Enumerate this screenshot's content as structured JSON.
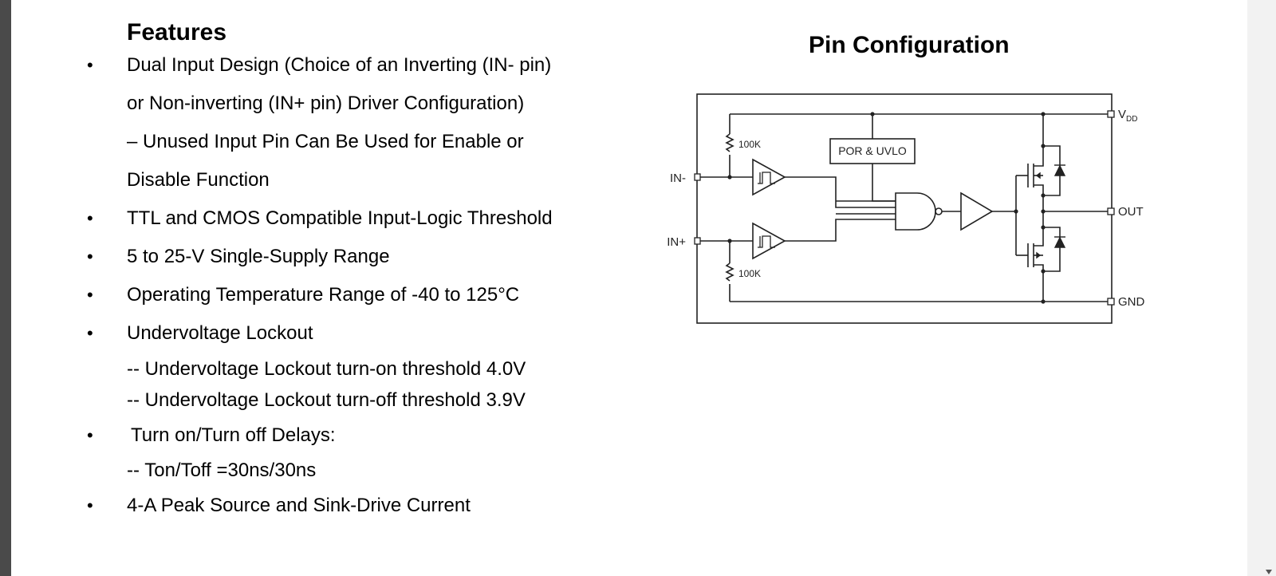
{
  "features": {
    "heading": "Features",
    "lines": [
      {
        "bullet": true,
        "text": "Dual Input Design (Choice of an Inverting (IN- pin)"
      },
      {
        "bullet": false,
        "text": "or Non-inverting (IN+ pin) Driver Configuration)"
      },
      {
        "bullet": false,
        "text": "– Unused Input Pin Can Be Used for Enable or"
      },
      {
        "bullet": false,
        "text": "Disable Function"
      },
      {
        "bullet": true,
        "text": "TTL and CMOS Compatible Input-Logic Threshold"
      },
      {
        "bullet": true,
        "text": "5 to 25-V Single-Supply Range"
      },
      {
        "bullet": true,
        "text": "Operating Temperature Range of -40 to 125°C"
      },
      {
        "bullet": true,
        "text": "Undervoltage Lockout"
      },
      {
        "bullet": false,
        "text": "-- Undervoltage Lockout turn-on threshold 4.0V"
      },
      {
        "bullet": false,
        "text": "-- Undervoltage Lockout turn-off threshold 3.9V"
      },
      {
        "bullet": true,
        "text": "Turn on/Turn off Delays:"
      },
      {
        "bullet": false,
        "text": "-- Ton/Toff =30ns/30ns"
      },
      {
        "bullet": true,
        "text": "4-A Peak Source and Sink-Drive Current"
      }
    ],
    "bullet_symbol": "•"
  },
  "pin_config": {
    "heading": "Pin Configuration",
    "diagram": {
      "pin_in_minus": "IN-",
      "pin_in_plus": "IN+",
      "pin_vdd": "V",
      "pin_vdd_sub": "DD",
      "pin_out": "OUT",
      "pin_gnd": "GND",
      "resistor_top": "100K",
      "resistor_bottom": "100K",
      "por_block": "POR & UVLO"
    }
  }
}
